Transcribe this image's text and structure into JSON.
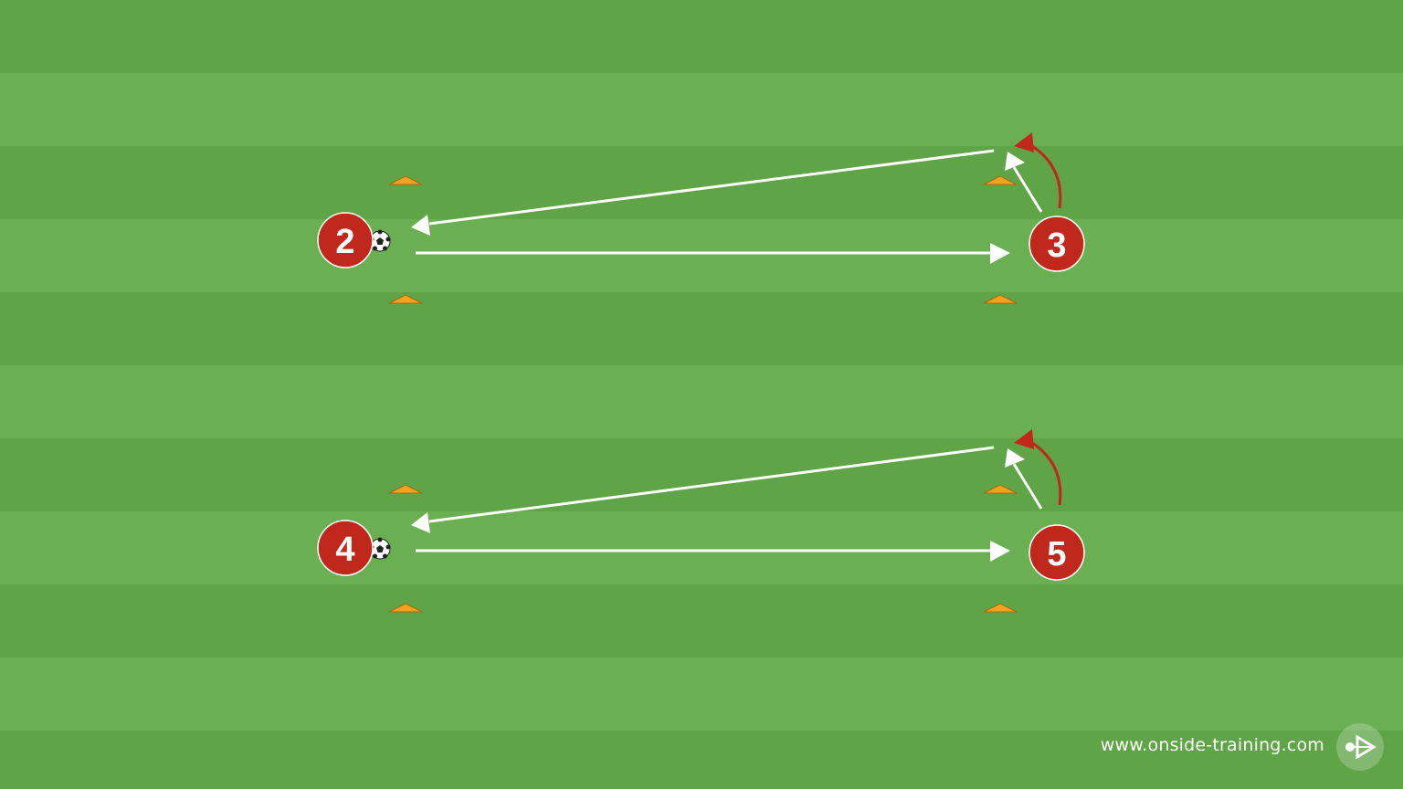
{
  "colors": {
    "stripe_light": "#6aaf52",
    "stripe_dark": "#5fa447",
    "player": "#c0281c",
    "player_border": "#ffffff",
    "cone": "#f3a21f",
    "pass_line": "#ffffff",
    "run_arrow": "#c0281c"
  },
  "players": [
    {
      "number": "2",
      "has_ball": true
    },
    {
      "number": "3",
      "has_ball": false
    },
    {
      "number": "4",
      "has_ball": true
    },
    {
      "number": "5",
      "has_ball": false
    }
  ],
  "icons": {
    "ball": "soccer-ball-icon",
    "cone": "cone-icon",
    "logo": "onside-training-logo-icon"
  },
  "branding": {
    "website": "www.onside-training.com"
  }
}
